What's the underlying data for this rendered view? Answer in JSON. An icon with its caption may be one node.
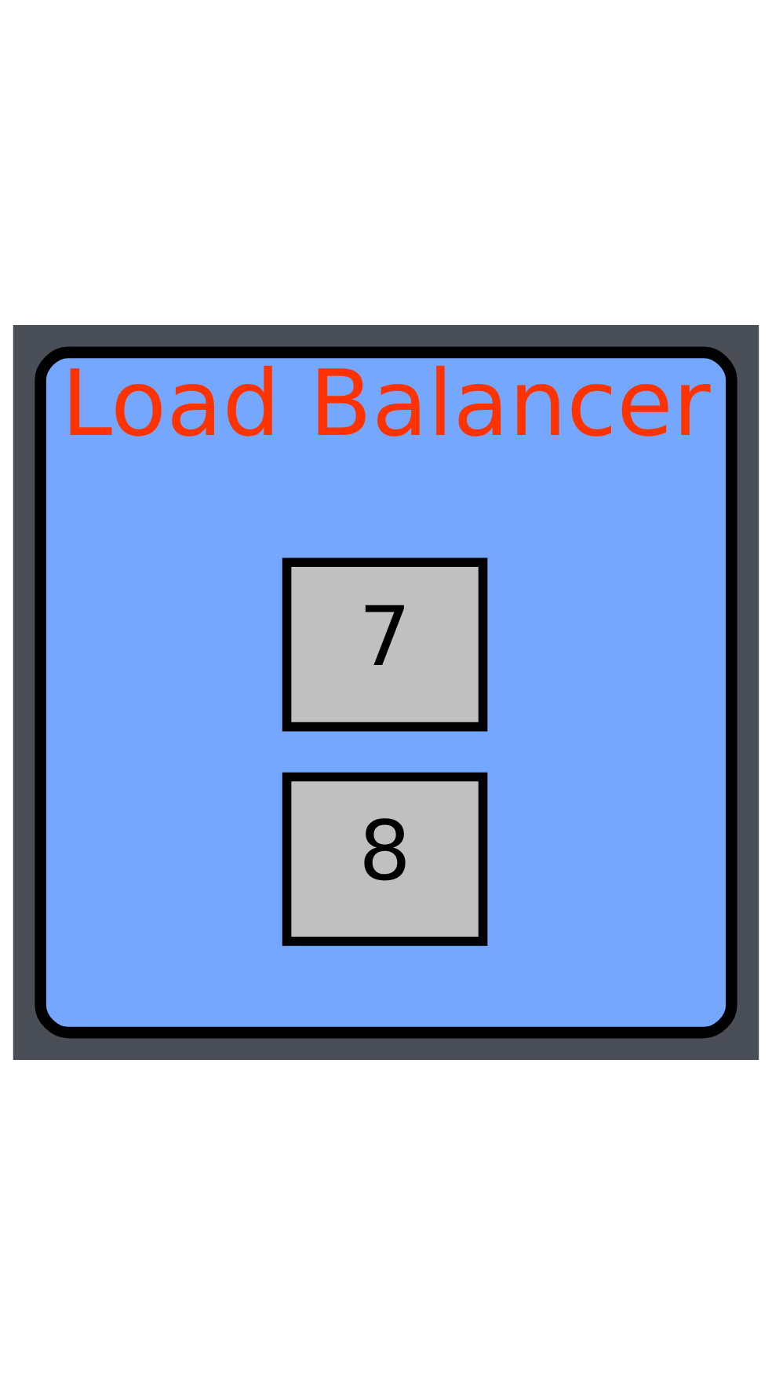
{
  "diagram": {
    "nodes": [
      {
        "text": [
          "Load Balancer"
        ]
      },
      {
        "text": [
          "7"
        ],
        "in": 0
      },
      {
        "text": [
          "8"
        ],
        "in": 0
      }
    ]
  }
}
